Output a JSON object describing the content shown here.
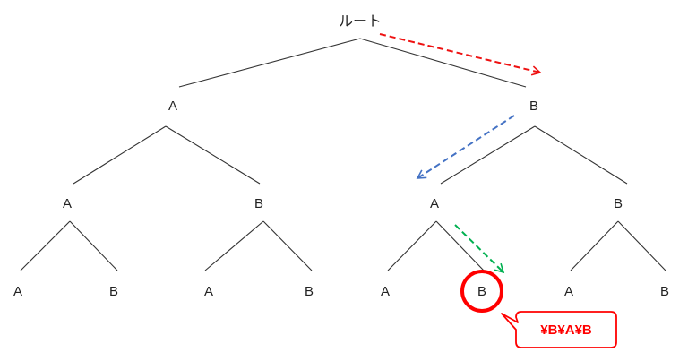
{
  "root": {
    "label": "ルート"
  },
  "levels": [
    {
      "labels": [
        "A",
        "B"
      ]
    },
    {
      "labels": [
        "A",
        "B",
        "A",
        "B"
      ]
    },
    {
      "labels": [
        "A",
        "B",
        "A",
        "B",
        "A",
        "B",
        "A",
        "B"
      ]
    }
  ],
  "highlight": {
    "path": [
      "B",
      "A",
      "B"
    ],
    "callout_text": "¥B¥A¥B"
  },
  "colors": {
    "edge": "#333333",
    "step1_arrow": "#ee1111",
    "step2_arrow": "#4472c4",
    "step3_arrow": "#00b050",
    "highlight": "#ff0000"
  }
}
